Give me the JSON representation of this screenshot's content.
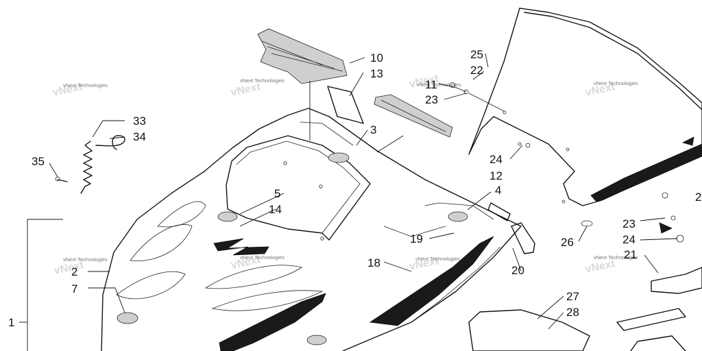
{
  "watermark": {
    "text": "vNext Technologies"
  },
  "callouts": [
    {
      "id": "c1",
      "label": "1"
    },
    {
      "id": "c2",
      "label": "2"
    },
    {
      "id": "c3",
      "label": "3"
    },
    {
      "id": "c4",
      "label": "4"
    },
    {
      "id": "c5",
      "label": "5"
    },
    {
      "id": "c7",
      "label": "7"
    },
    {
      "id": "c10",
      "label": "10"
    },
    {
      "id": "c11",
      "label": "11"
    },
    {
      "id": "c12",
      "label": "12"
    },
    {
      "id": "c13",
      "label": "13"
    },
    {
      "id": "c14",
      "label": "14"
    },
    {
      "id": "c18",
      "label": "18"
    },
    {
      "id": "c19",
      "label": "19"
    },
    {
      "id": "c20",
      "label": "20"
    },
    {
      "id": "c21",
      "label": "21"
    },
    {
      "id": "c22",
      "label": "22"
    },
    {
      "id": "c23a",
      "label": "23"
    },
    {
      "id": "c23b",
      "label": "23"
    },
    {
      "id": "c24a",
      "label": "24"
    },
    {
      "id": "c24b",
      "label": "24"
    },
    {
      "id": "c25",
      "label": "25"
    },
    {
      "id": "c26",
      "label": "26"
    },
    {
      "id": "c27",
      "label": "27"
    },
    {
      "id": "c28",
      "label": "28"
    },
    {
      "id": "c33",
      "label": "33"
    },
    {
      "id": "c34",
      "label": "34"
    },
    {
      "id": "c35",
      "label": "35"
    },
    {
      "id": "c2edge",
      "label": "2"
    }
  ]
}
